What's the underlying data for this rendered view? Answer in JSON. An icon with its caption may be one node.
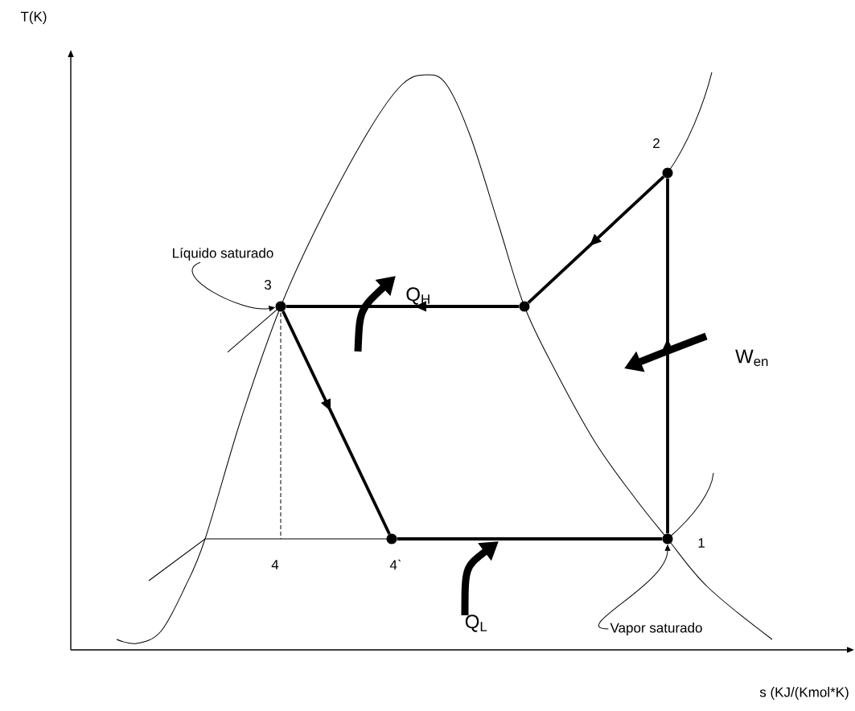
{
  "diagram": {
    "nodes": [
      {
        "text": [],
        "shape": "circle",
        "beside": [
          "1"
        ]
      },
      {
        "text": [],
        "shape": "circle",
        "beside": [
          "2"
        ]
      },
      {
        "text": [],
        "shape": "circle"
      },
      {
        "text": [],
        "shape": "circle",
        "beside": [
          "3"
        ]
      },
      {
        "text": [],
        "shape": "circle",
        "beside": [
          "4`"
        ]
      },
      {
        "text": [
          "Líquido saturado"
        ]
      },
      {
        "text": [
          "Vapor saturado"
        ]
      }
    ],
    "edges": [
      {
        "from": 0,
        "to": 1,
        "arrow": "to"
      },
      {
        "from": 1,
        "to": 2,
        "arrow": "to"
      },
      {
        "from": 2,
        "to": 3,
        "arrow": "to"
      },
      {
        "from": 3,
        "to": 4,
        "arrow": "to"
      },
      {
        "from": 4,
        "to": 0,
        "arrow": "none"
      },
      {
        "from": 5,
        "to": 3,
        "arrow": "to"
      },
      {
        "from": 6,
        "to": 0,
        "arrow": "to"
      }
    ],
    "labels": [
      "T(K)",
      "Q$_{H}$",
      "W$_{en}$",
      "4",
      "Q$_{L}$",
      "s (KJ/(Kmol*K)"
    ]
  }
}
